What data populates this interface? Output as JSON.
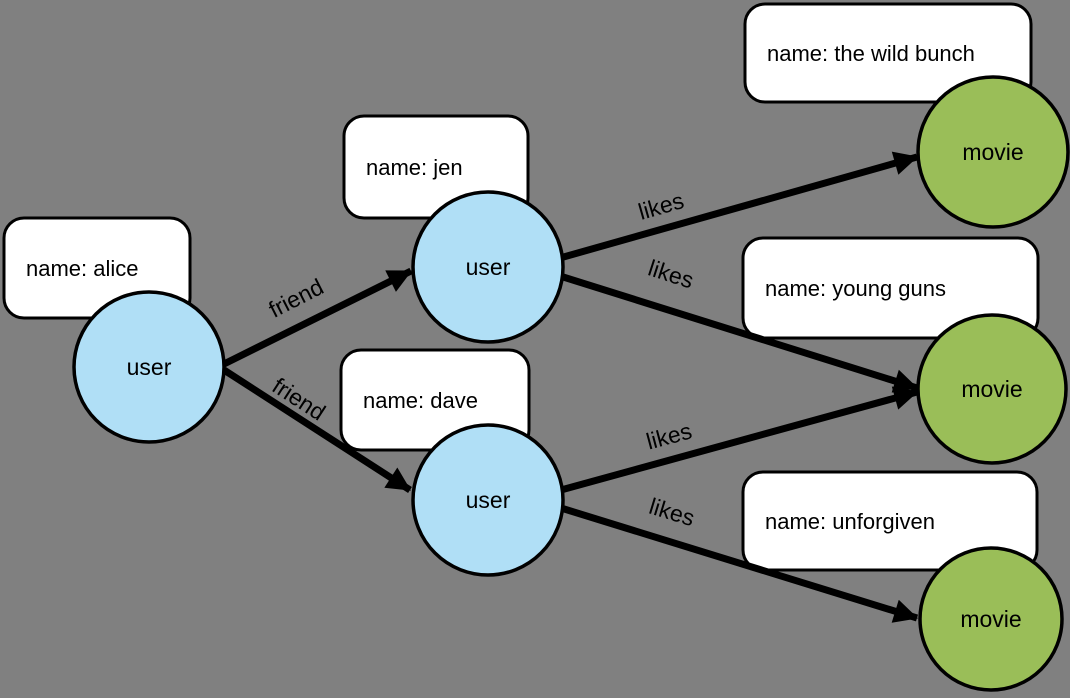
{
  "diagram": {
    "colors": {
      "background": "#808080",
      "user_node": "#B0DFF6",
      "movie_node": "#9ABE58",
      "box_fill": "#FFFFFF",
      "line": "#000000"
    },
    "nodes": [
      {
        "id": "alice",
        "type": "user",
        "label": "user",
        "property": "name: alice"
      },
      {
        "id": "jen",
        "type": "user",
        "label": "user",
        "property": "name: jen"
      },
      {
        "id": "dave",
        "type": "user",
        "label": "user",
        "property": "name: dave"
      },
      {
        "id": "the-wild-bunch",
        "type": "movie",
        "label": "movie",
        "property": "name: the wild bunch"
      },
      {
        "id": "young-guns",
        "type": "movie",
        "label": "movie",
        "property": "name: young guns"
      },
      {
        "id": "unforgiven",
        "type": "movie",
        "label": "movie",
        "property": "name: unforgiven"
      }
    ],
    "edges": [
      {
        "from": "alice",
        "to": "jen",
        "label": "friend"
      },
      {
        "from": "alice",
        "to": "dave",
        "label": "friend"
      },
      {
        "from": "jen",
        "to": "the-wild-bunch",
        "label": "likes"
      },
      {
        "from": "jen",
        "to": "young-guns",
        "label": "likes"
      },
      {
        "from": "dave",
        "to": "young-guns",
        "label": "likes"
      },
      {
        "from": "dave",
        "to": "unforgiven",
        "label": "likes"
      }
    ]
  }
}
